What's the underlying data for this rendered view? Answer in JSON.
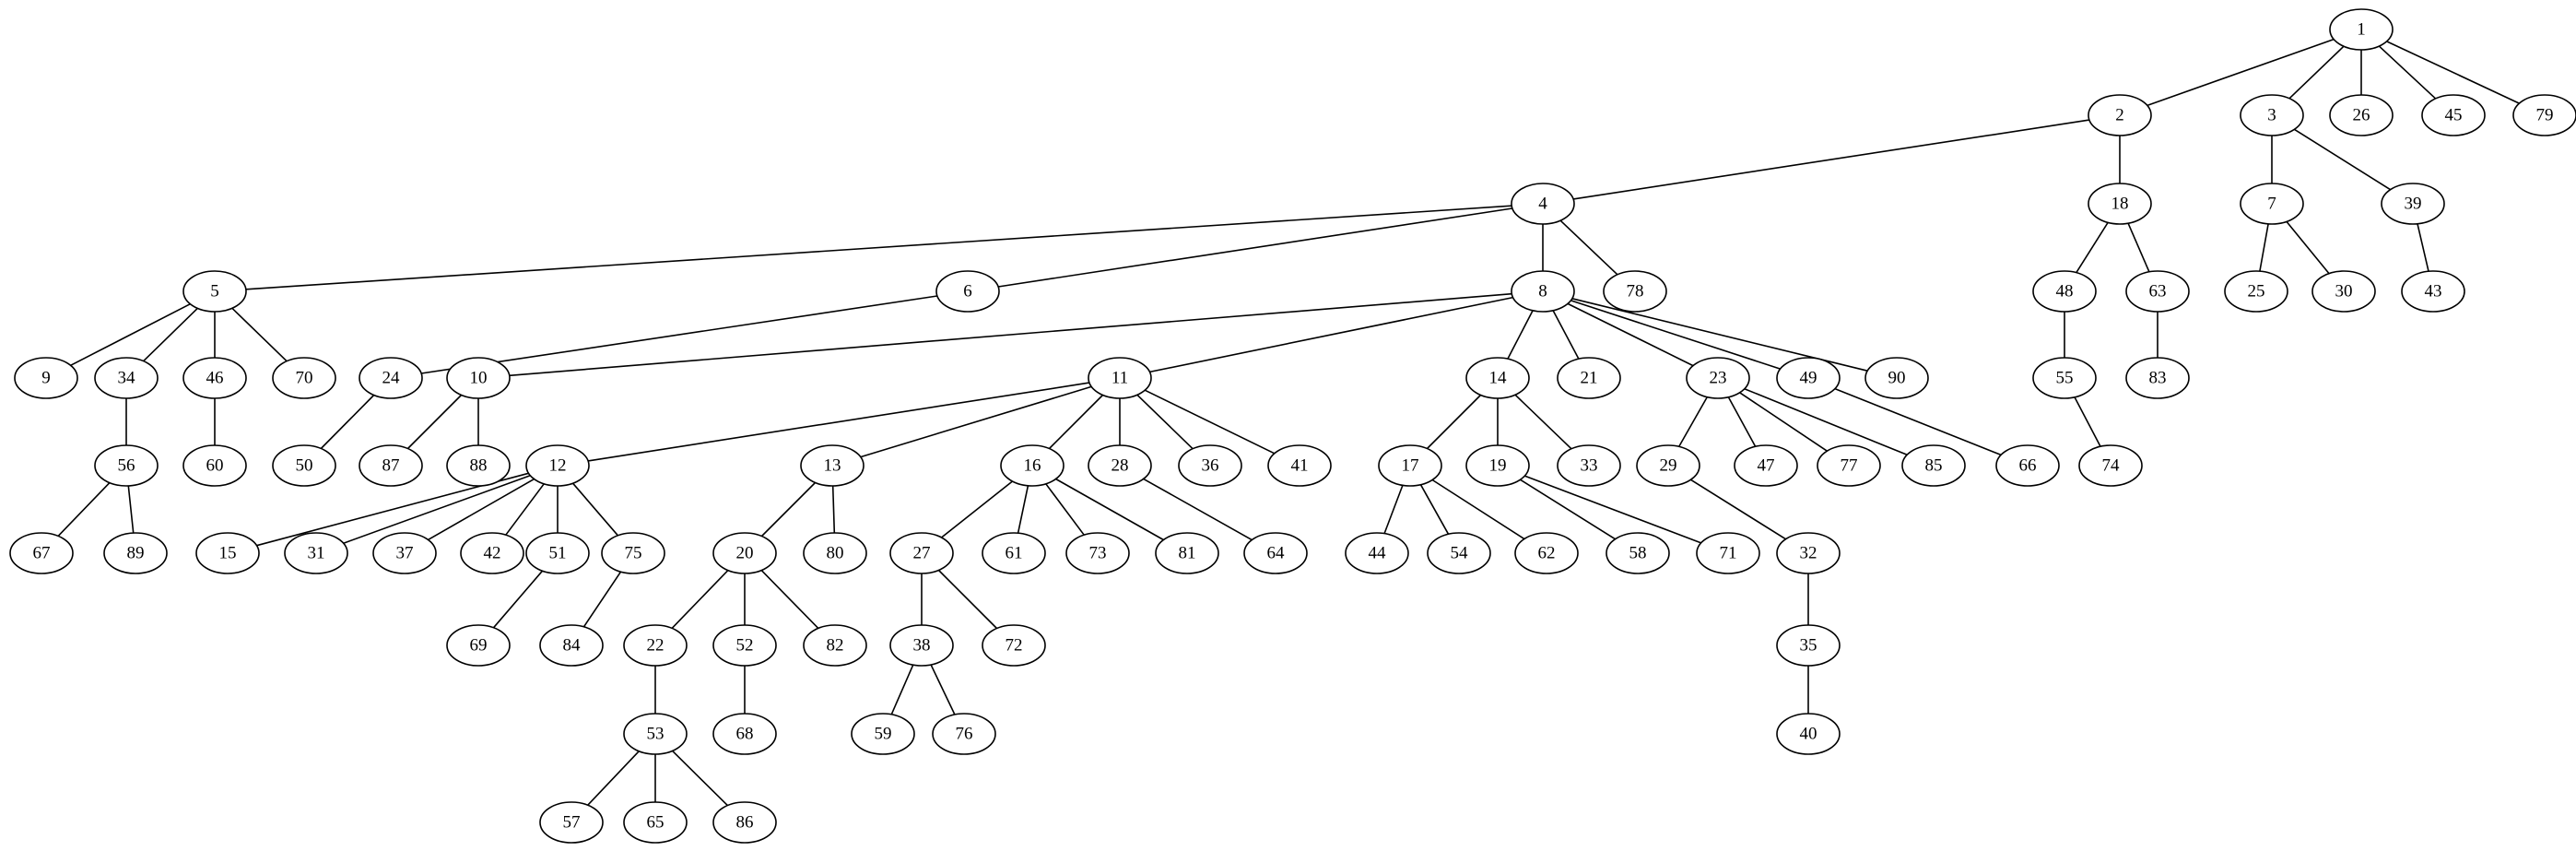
{
  "nodes": [
    "1",
    "2",
    "3",
    "4",
    "5",
    "6",
    "7",
    "8",
    "9",
    "10",
    "11",
    "12",
    "13",
    "14",
    "15",
    "16",
    "17",
    "18",
    "19",
    "20",
    "21",
    "22",
    "23",
    "24",
    "25",
    "26",
    "27",
    "28",
    "29",
    "30",
    "31",
    "32",
    "33",
    "34",
    "35",
    "36",
    "37",
    "38",
    "39",
    "40",
    "41",
    "42",
    "43",
    "44",
    "45",
    "46",
    "47",
    "48",
    "49",
    "50",
    "51",
    "52",
    "53",
    "54",
    "55",
    "56",
    "57",
    "58",
    "59",
    "60",
    "61",
    "62",
    "63",
    "64",
    "65",
    "66",
    "67",
    "68",
    "69",
    "70",
    "71",
    "72",
    "73",
    "74",
    "75",
    "76",
    "77",
    "78",
    "79",
    "80",
    "81",
    "82",
    "83",
    "84",
    "85",
    "86",
    "87",
    "88",
    "89",
    "90"
  ],
  "edges": [
    [
      "1",
      "2"
    ],
    [
      "1",
      "3"
    ],
    [
      "1",
      "26"
    ],
    [
      "1",
      "45"
    ],
    [
      "1",
      "79"
    ],
    [
      "2",
      "4"
    ],
    [
      "2",
      "18"
    ],
    [
      "3",
      "7"
    ],
    [
      "3",
      "39"
    ],
    [
      "4",
      "5"
    ],
    [
      "4",
      "6"
    ],
    [
      "4",
      "8"
    ],
    [
      "4",
      "78"
    ],
    [
      "18",
      "48"
    ],
    [
      "18",
      "63"
    ],
    [
      "7",
      "25"
    ],
    [
      "7",
      "30"
    ],
    [
      "39",
      "43"
    ],
    [
      "5",
      "9"
    ],
    [
      "5",
      "34"
    ],
    [
      "5",
      "46"
    ],
    [
      "5",
      "70"
    ],
    [
      "6",
      "24"
    ],
    [
      "8",
      "10"
    ],
    [
      "8",
      "11"
    ],
    [
      "8",
      "14"
    ],
    [
      "8",
      "21"
    ],
    [
      "8",
      "23"
    ],
    [
      "8",
      "49"
    ],
    [
      "8",
      "90"
    ],
    [
      "48",
      "55"
    ],
    [
      "63",
      "83"
    ],
    [
      "34",
      "56"
    ],
    [
      "46",
      "60"
    ],
    [
      "24",
      "50"
    ],
    [
      "10",
      "87"
    ],
    [
      "10",
      "88"
    ],
    [
      "11",
      "12"
    ],
    [
      "11",
      "13"
    ],
    [
      "11",
      "16"
    ],
    [
      "11",
      "28"
    ],
    [
      "11",
      "36"
    ],
    [
      "11",
      "41"
    ],
    [
      "14",
      "17"
    ],
    [
      "14",
      "19"
    ],
    [
      "14",
      "33"
    ],
    [
      "23",
      "29"
    ],
    [
      "23",
      "47"
    ],
    [
      "23",
      "77"
    ],
    [
      "23",
      "85"
    ],
    [
      "49",
      "66"
    ],
    [
      "55",
      "74"
    ],
    [
      "56",
      "67"
    ],
    [
      "56",
      "89"
    ],
    [
      "12",
      "15"
    ],
    [
      "12",
      "31"
    ],
    [
      "12",
      "37"
    ],
    [
      "12",
      "42"
    ],
    [
      "12",
      "51"
    ],
    [
      "12",
      "75"
    ],
    [
      "13",
      "20"
    ],
    [
      "13",
      "80"
    ],
    [
      "16",
      "27"
    ],
    [
      "16",
      "61"
    ],
    [
      "16",
      "73"
    ],
    [
      "16",
      "81"
    ],
    [
      "28",
      "64"
    ],
    [
      "17",
      "44"
    ],
    [
      "17",
      "54"
    ],
    [
      "17",
      "62"
    ],
    [
      "19",
      "58"
    ],
    [
      "19",
      "71"
    ],
    [
      "29",
      "32"
    ],
    [
      "51",
      "69"
    ],
    [
      "75",
      "84"
    ],
    [
      "20",
      "22"
    ],
    [
      "20",
      "52"
    ],
    [
      "20",
      "82"
    ],
    [
      "27",
      "38"
    ],
    [
      "27",
      "72"
    ],
    [
      "32",
      "35"
    ],
    [
      "22",
      "53"
    ],
    [
      "52",
      "68"
    ],
    [
      "38",
      "59"
    ],
    [
      "38",
      "76"
    ],
    [
      "35",
      "40"
    ],
    [
      "53",
      "57"
    ],
    [
      "53",
      "65"
    ],
    [
      "53",
      "86"
    ]
  ]
}
